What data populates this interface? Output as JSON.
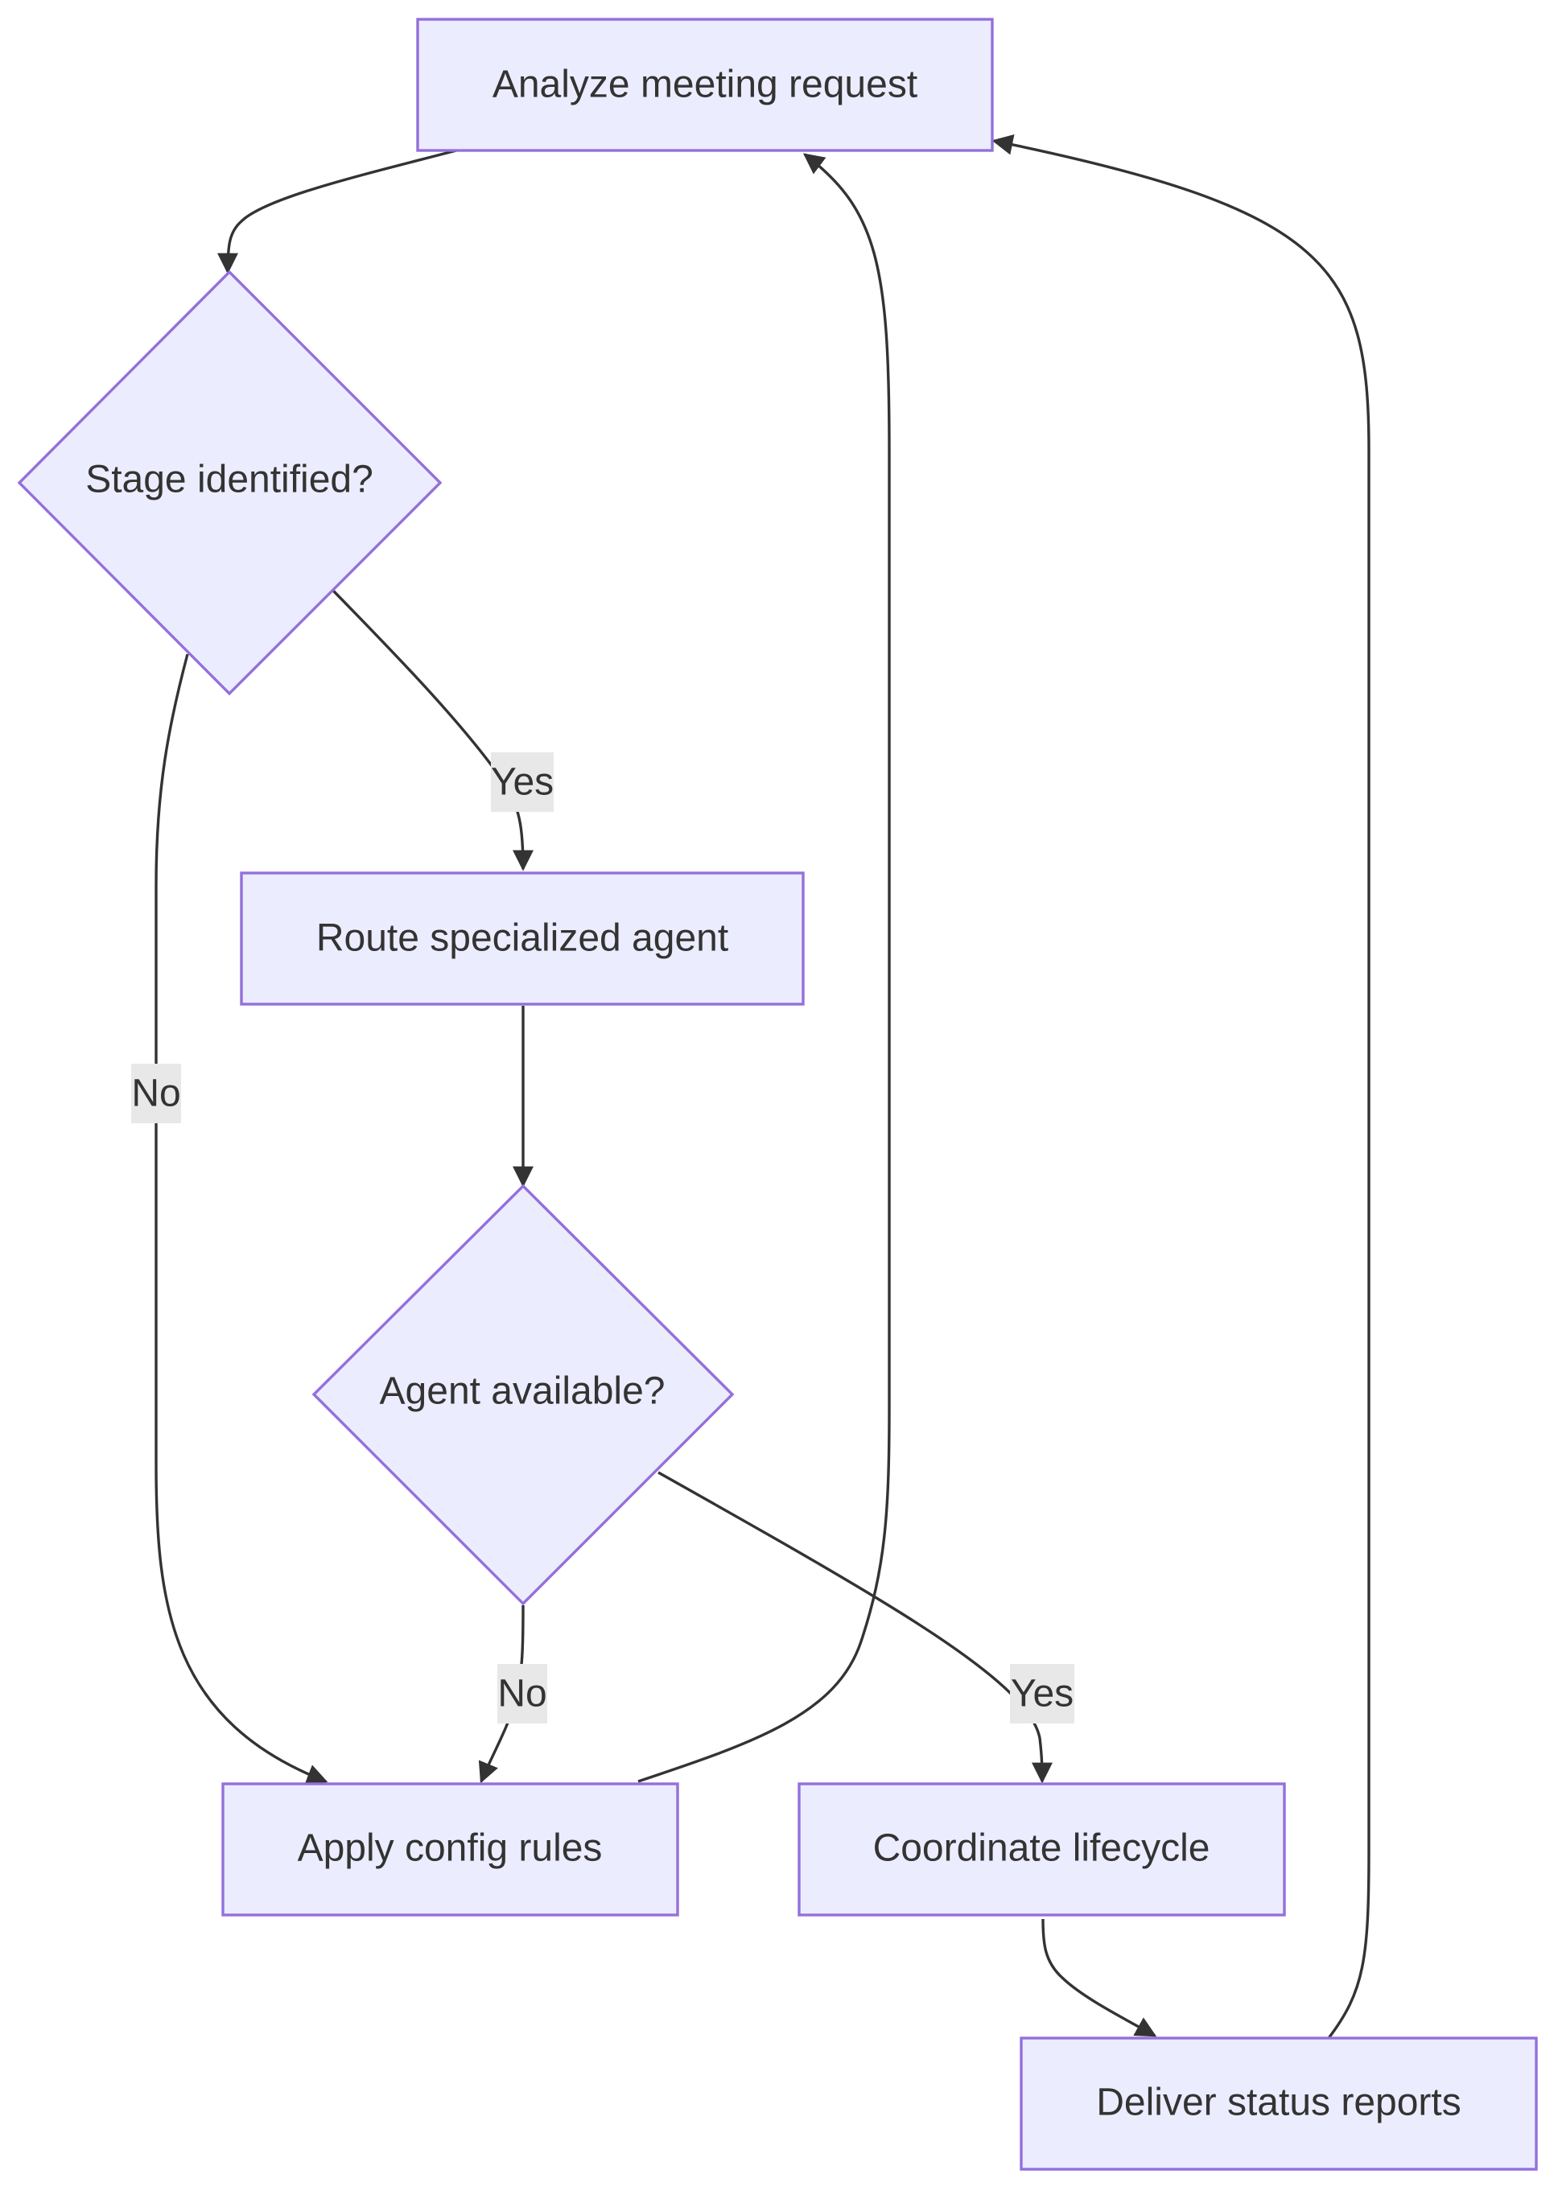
{
  "diagram": {
    "type": "flowchart",
    "colors": {
      "node_fill": "#ECECFF",
      "node_stroke": "#9370DB",
      "edge": "#333333",
      "text": "#333333",
      "edge_label_bg": "#e8e8e8"
    },
    "nodes": {
      "analyze": {
        "label": "Analyze meeting request",
        "shape": "rect"
      },
      "stage": {
        "label": "Stage identified?",
        "shape": "diamond"
      },
      "route": {
        "label": "Route specialized agent",
        "shape": "rect"
      },
      "agent": {
        "label": "Agent available?",
        "shape": "diamond"
      },
      "config": {
        "label": "Apply config rules",
        "shape": "rect"
      },
      "coord": {
        "label": "Coordinate lifecycle",
        "shape": "rect"
      },
      "deliver": {
        "label": "Deliver status reports",
        "shape": "rect"
      }
    },
    "edges": [
      {
        "from": "analyze",
        "to": "stage",
        "label": ""
      },
      {
        "from": "stage",
        "to": "route",
        "label": "Yes"
      },
      {
        "from": "stage",
        "to": "config",
        "label": "No"
      },
      {
        "from": "route",
        "to": "agent",
        "label": ""
      },
      {
        "from": "agent",
        "to": "config",
        "label": "No"
      },
      {
        "from": "agent",
        "to": "coord",
        "label": "Yes"
      },
      {
        "from": "config",
        "to": "analyze",
        "label": ""
      },
      {
        "from": "coord",
        "to": "deliver",
        "label": ""
      },
      {
        "from": "deliver",
        "to": "analyze",
        "label": ""
      }
    ]
  }
}
